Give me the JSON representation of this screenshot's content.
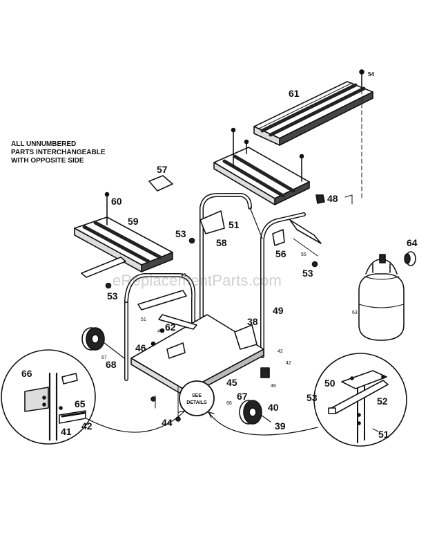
{
  "note": {
    "line1": "ALL UNNUMBERED",
    "line2": "PARTS INTERCHANGEABLE",
    "line3": "WITH OPPOSITE SIDE"
  },
  "watermark": "eReplacementParts.com",
  "see_details": {
    "line1": "SEE",
    "line2": "DETAILS"
  },
  "part_labels": {
    "p39": "39",
    "p40": "40",
    "p41": "41",
    "p42": "42",
    "p44": "44",
    "p45": "45",
    "p46": "46",
    "p47": "47",
    "p48": "48",
    "p49": "49",
    "p50": "50",
    "p51": "51",
    "p52": "52",
    "p53": "53",
    "p54": "54",
    "p55": "55",
    "p56": "56",
    "p57": "57",
    "p58": "58",
    "p59": "59",
    "p60": "60",
    "p61": "61",
    "p62": "62",
    "p63": "63",
    "p64": "64",
    "p65": "65",
    "p66": "66",
    "p67": "67",
    "p68": "68",
    "p38": "38",
    "p43": "43"
  },
  "colors": {
    "ink": "#111111",
    "paper": "#ffffff",
    "watermark": "#9a9a9a"
  }
}
